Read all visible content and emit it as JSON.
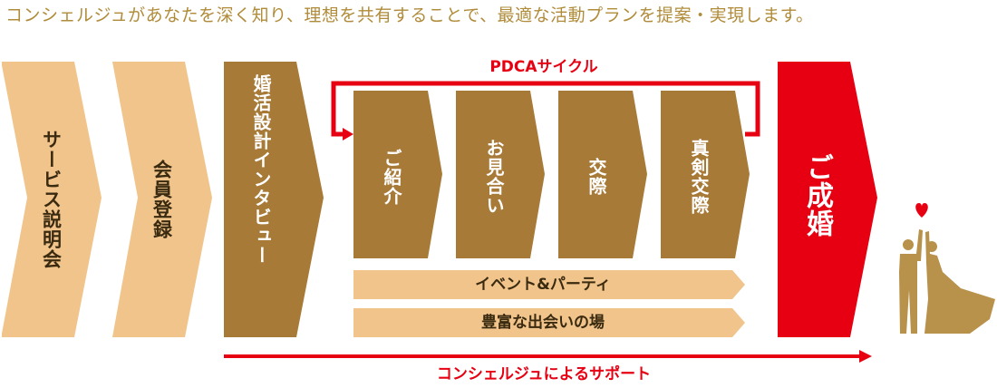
{
  "headline": "コンシェルジュがあなたを深く知り、理想を共有することで、最適な活動プランを提案・実現します。",
  "colors": {
    "accent_red": "#e60012",
    "brown": "#a87a38",
    "beige": "#f0c48b",
    "headline_gold": "#b08c3a"
  },
  "steps": [
    {
      "label": "サービス説明会"
    },
    {
      "label": "会員登録"
    },
    {
      "label": "婚活設計インタビュー"
    }
  ],
  "pdca": {
    "title": "PDCAサイクル",
    "stages": [
      {
        "label": "ご紹介"
      },
      {
        "label": "お見合い"
      },
      {
        "label": "交際"
      },
      {
        "label": "真剣交際"
      }
    ]
  },
  "support_bars": [
    {
      "label": "イベント&パーティ"
    },
    {
      "label": "豊富な出会いの場"
    }
  ],
  "goal": {
    "label": "ご成婚"
  },
  "support_line": {
    "label": "コンシェルジュによるサポート"
  },
  "icons": {
    "goal_art": "heart-couple-icon"
  }
}
